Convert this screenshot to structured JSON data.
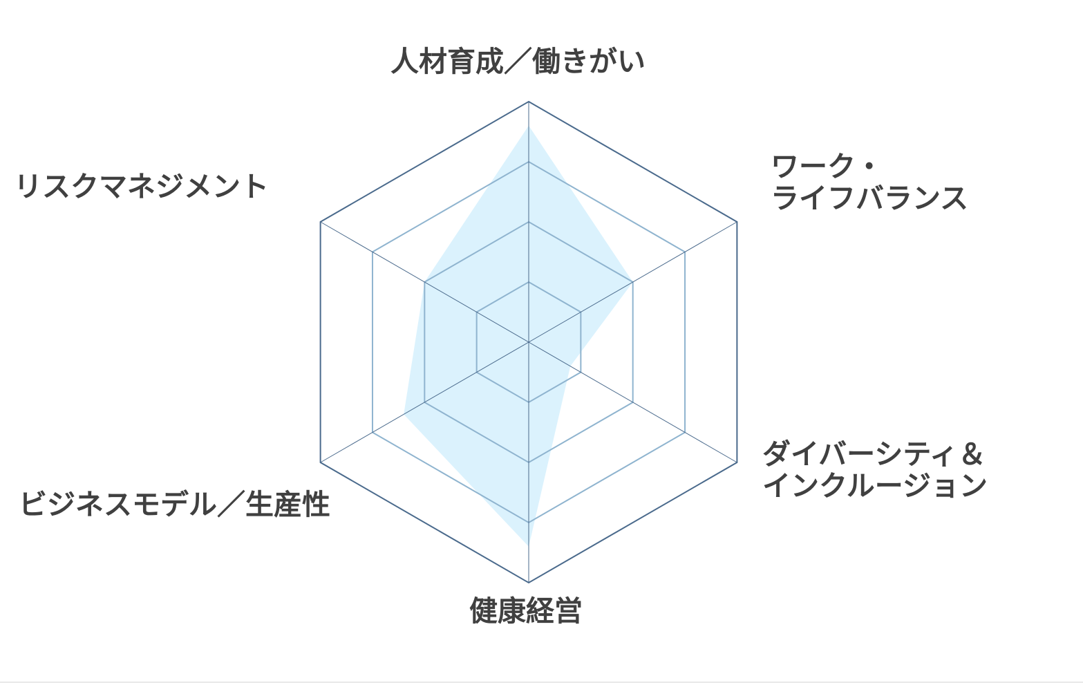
{
  "chart_data": {
    "type": "radar",
    "axes": [
      "人材育成／働きがい",
      "ワーク・\nライフバランス",
      "ダイバーシティ＆\nインクルージョン",
      "健康経営",
      "ビジネスモデル／生産性",
      "リスクマネジメント"
    ],
    "range": [
      0,
      4
    ],
    "levels": 4,
    "series": [
      {
        "values": [
          3.6,
          2.0,
          0.8,
          3.4,
          2.4,
          2.0
        ]
      }
    ]
  },
  "colors": {
    "fill": "#cfeefc",
    "fill_opacity": 0.75,
    "outer_grid": "#4a6a8c",
    "inner_grid": "#8fb4cf",
    "spoke": "#4a6a8c",
    "label": "#404040"
  }
}
